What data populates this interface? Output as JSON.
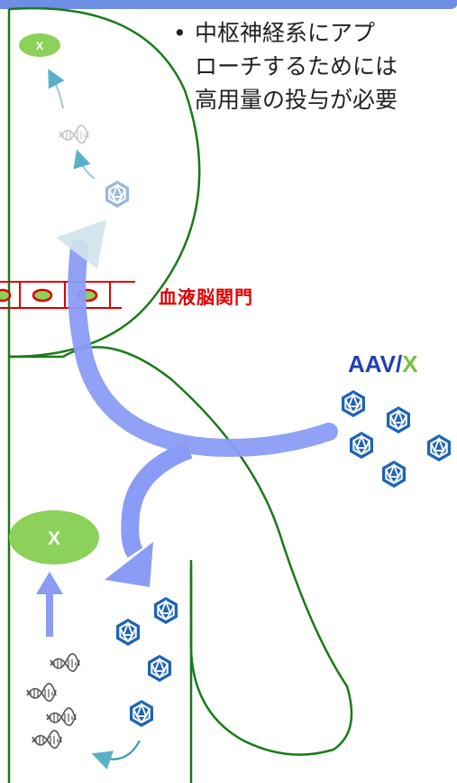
{
  "bullet": {
    "marker": "•",
    "lines": [
      "中枢神経系にアプ",
      "ローチするためには",
      "高用量の投与が必要"
    ]
  },
  "bbb_label": "血液脳関門",
  "aav_label": {
    "aav": "AAV",
    "slash": "/",
    "x": "X"
  },
  "product_small_label": "X",
  "product_large_label": "X",
  "colors": {
    "outline_green": "#1a7a1a",
    "arrow_blue": "#8a9cf5",
    "capsid_blue": "#1f64b4",
    "product_green": "#8cd15a",
    "bbb_red": "#e00000",
    "top_banner": "#6f8fe6"
  },
  "icons": {
    "capsid": "aav-capsid-icon",
    "dna": "dna-helix-icon",
    "product": "expressed-protein-x-icon"
  }
}
